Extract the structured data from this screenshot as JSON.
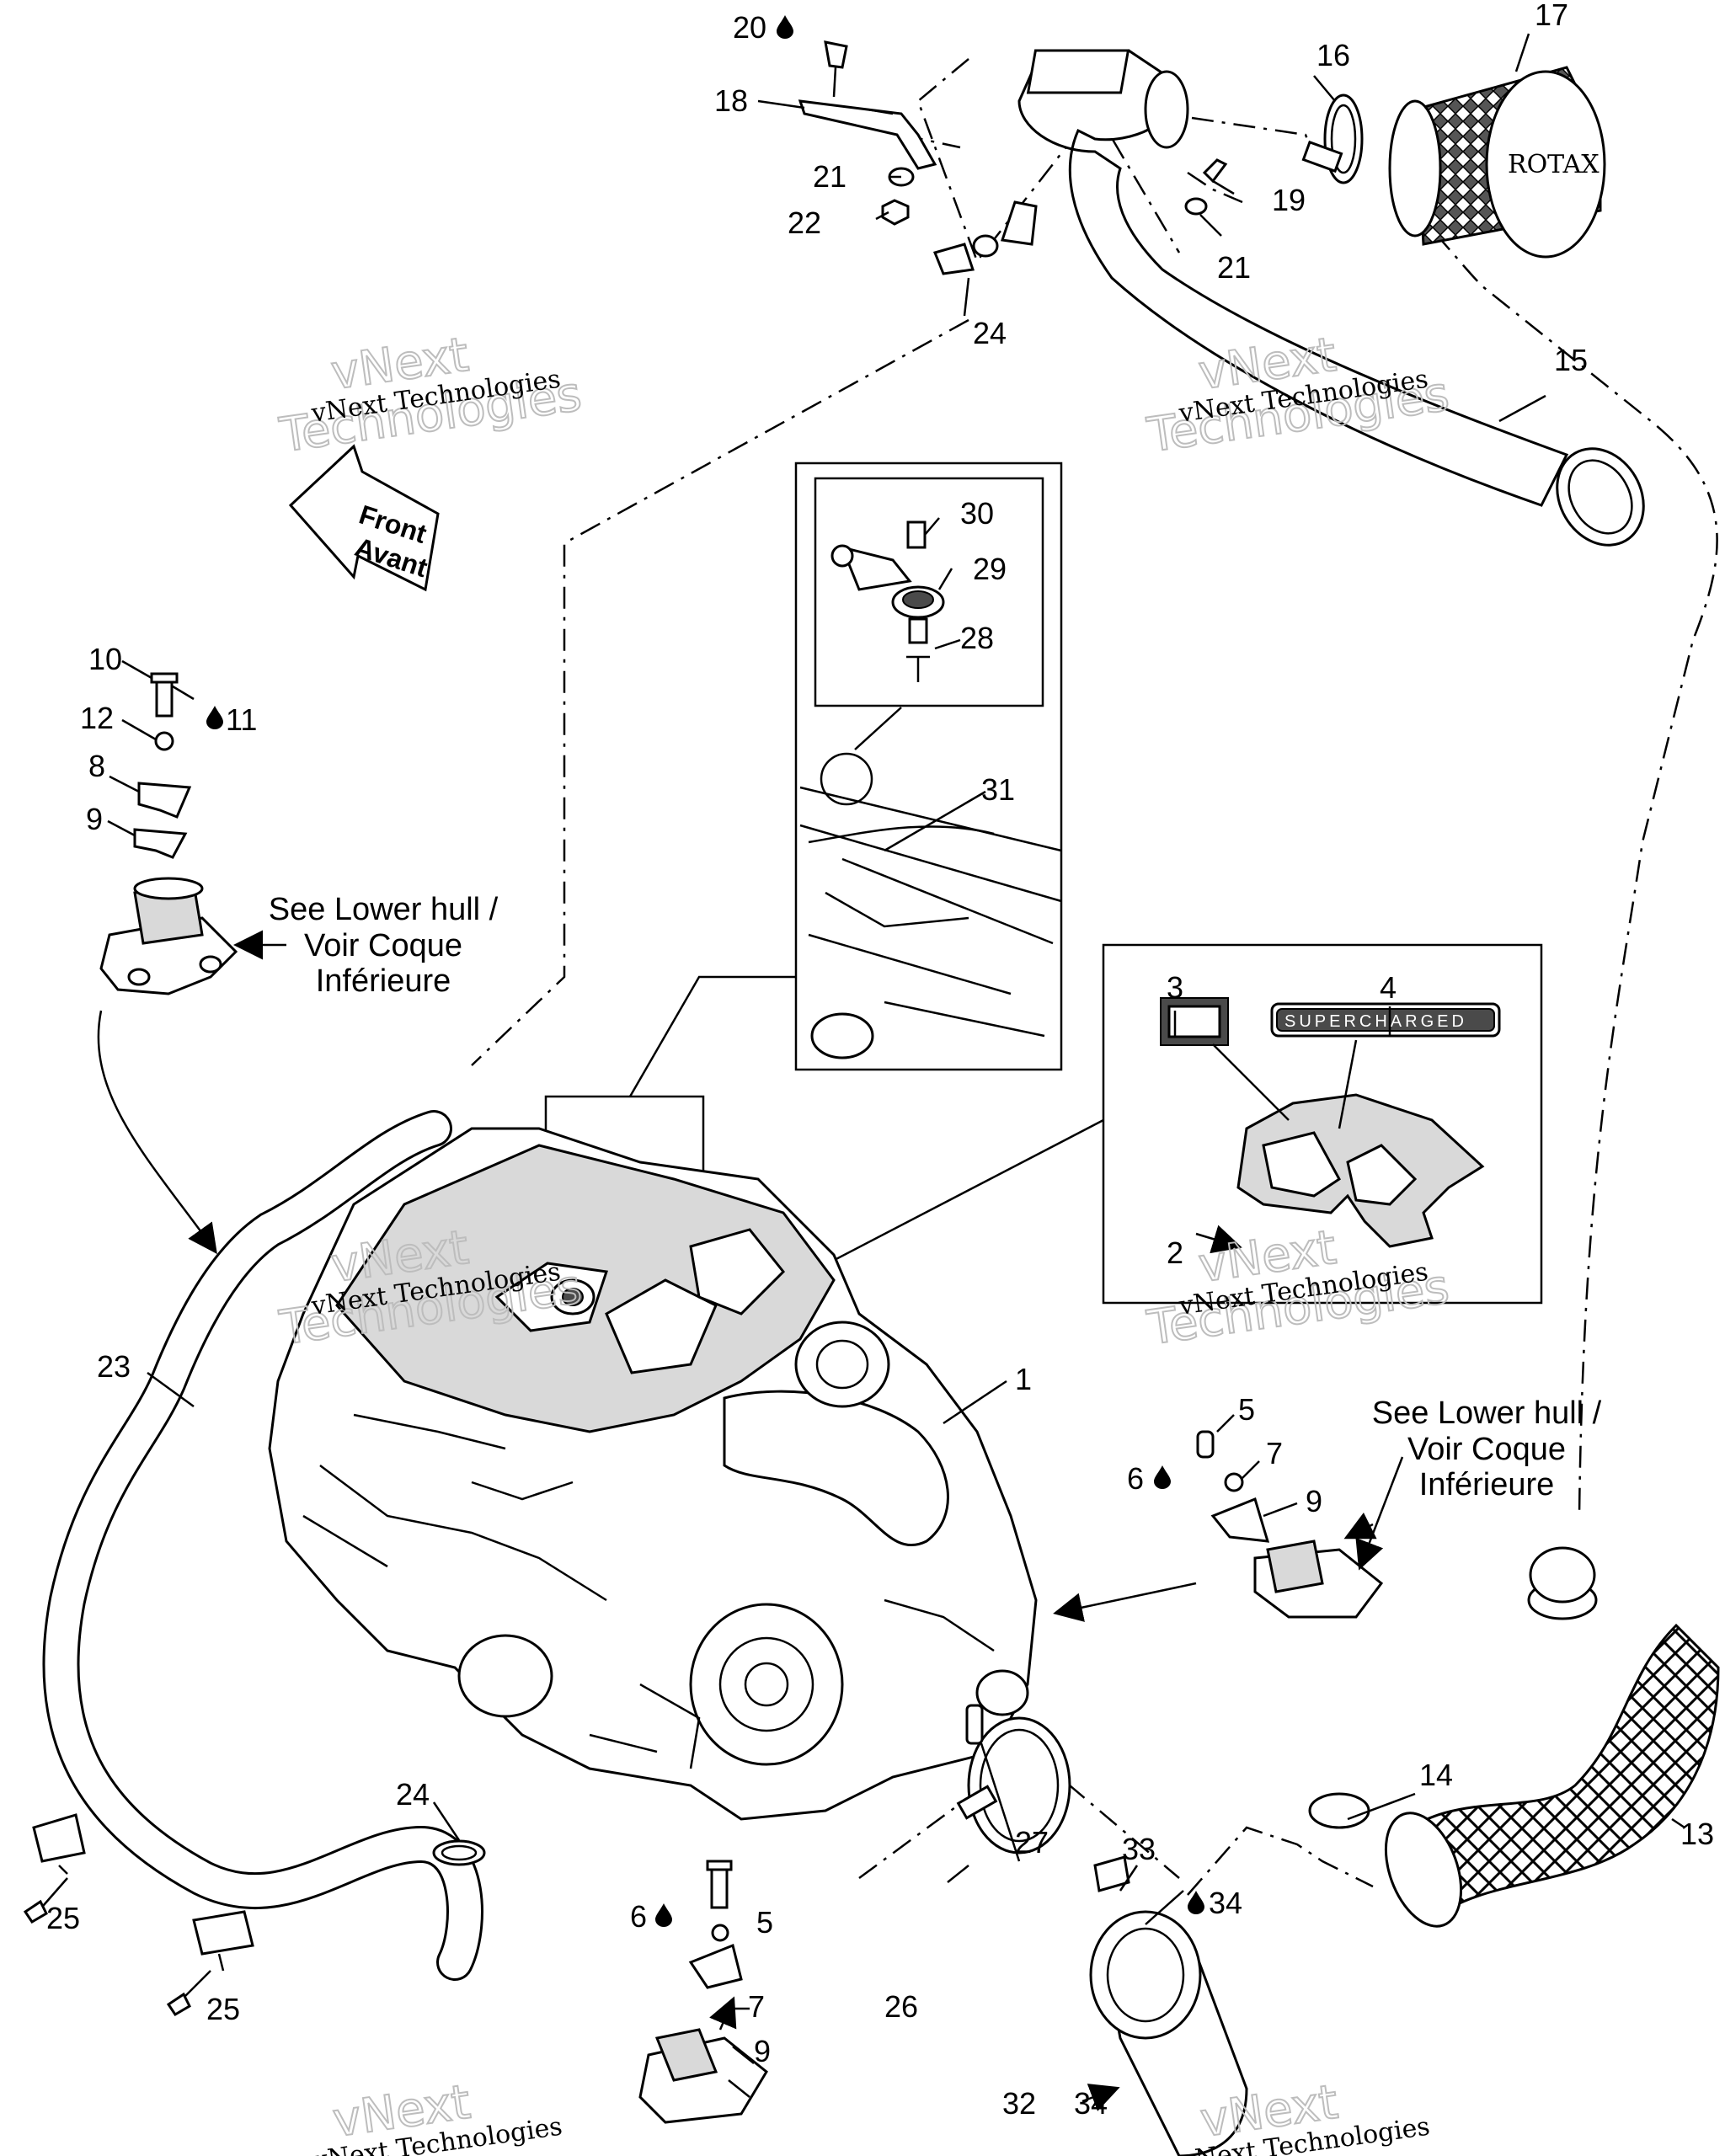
{
  "watermark": {
    "line1": "vNext Technologies",
    "line2a": "vNext",
    "line2b": "Technologies"
  },
  "front_sign": {
    "line1": "Front",
    "line2": "Avant"
  },
  "notes": {
    "lower_hull": [
      "See Lower hull /",
      "Voir Coque",
      "Inférieure"
    ]
  },
  "filter_brand": "ROTAX",
  "decal_text": "SUPERCHARGED",
  "callouts": {
    "c1": "1",
    "c2": "2",
    "c3": "3",
    "c4": "4",
    "c5a": "5",
    "c5b": "5",
    "c6a": "6",
    "c6b": "6",
    "c7a": "7",
    "c7b": "7",
    "c8": "8",
    "c9a": "9",
    "c9b": "9",
    "c9c": "9",
    "c10": "10",
    "c11": "11",
    "c12": "12",
    "c13": "13",
    "c14": "14",
    "c15": "15",
    "c16": "16",
    "c17": "17",
    "c18": "18",
    "c19": "19",
    "c20": "20",
    "c21a": "21",
    "c21b": "21",
    "c22": "22",
    "c23": "23",
    "c24a": "24",
    "c24b": "24",
    "c25a": "25",
    "c25b": "25",
    "c26": "26",
    "c27": "27",
    "c28": "28",
    "c29": "29",
    "c30": "30",
    "c31": "31",
    "c32": "32",
    "c33": "33",
    "c34a": "34",
    "c34b": "34"
  },
  "icons": {
    "drop": "threadlocker-drop-icon",
    "arrow": "see-also-arrow-icon"
  }
}
